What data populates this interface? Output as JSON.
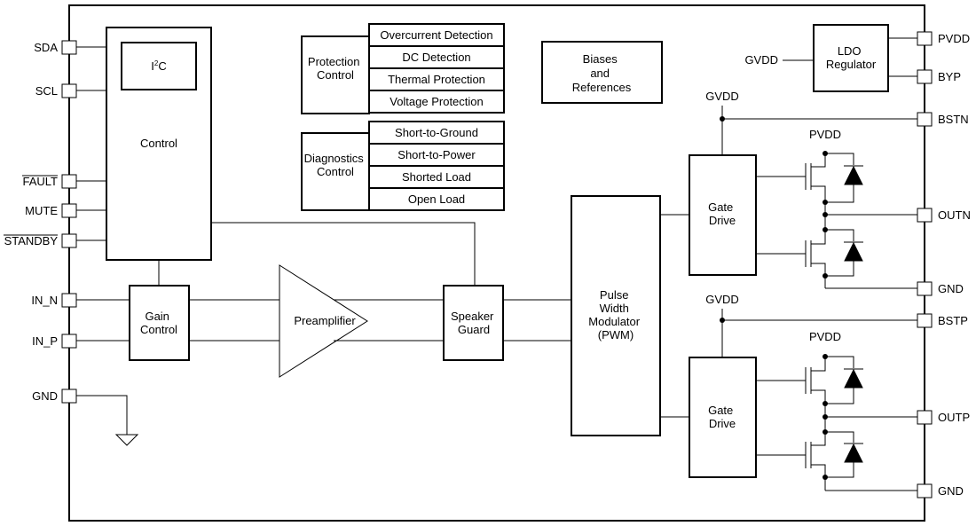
{
  "pins_left": {
    "sda": "SDA",
    "scl": "SCL",
    "fault": "FAULT",
    "mute": "MUTE",
    "standby": "STANDBY",
    "in_n": "IN_N",
    "in_p": "IN_P",
    "gnd": "GND"
  },
  "pins_right": {
    "pvdd": "PVDD",
    "byp": "BYP",
    "bstn": "BSTN",
    "outn": "OUTN",
    "gnd_top": "GND",
    "bstp": "BSTP",
    "outp": "OUTP",
    "gnd_bottom": "GND"
  },
  "blocks": {
    "i2c_main": "I",
    "i2c_sup": "2",
    "i2c_c": "C",
    "control": "Control",
    "protection_control": [
      "Protection",
      "Control"
    ],
    "protection_items": [
      "Overcurrent Detection",
      "DC Detection",
      "Thermal Protection",
      "Voltage Protection"
    ],
    "diagnostics_control": [
      "Diagnostics",
      "Control"
    ],
    "diagnostics_items": [
      "Short-to-Ground",
      "Short-to-Power",
      "Shorted Load",
      "Open Load"
    ],
    "biases": [
      "Biases",
      "and",
      "References"
    ],
    "ldo": [
      "LDO",
      "Regulator"
    ],
    "gain_control": [
      "Gain",
      "Control"
    ],
    "preamplifier": "Preamplifier",
    "speaker_guard": [
      "Speaker",
      "Guard"
    ],
    "pwm": [
      "Pulse",
      "Width",
      "Modulator",
      "(PWM)"
    ],
    "gate_drive_top": [
      "Gate",
      "Drive"
    ],
    "gate_drive_bottom": [
      "Gate",
      "Drive"
    ]
  },
  "nets": {
    "gvdd_ldo": "GVDD",
    "gvdd_top": "GVDD",
    "gvdd_bottom": "GVDD",
    "pvdd_top": "PVDD",
    "pvdd_bottom": "PVDD"
  }
}
